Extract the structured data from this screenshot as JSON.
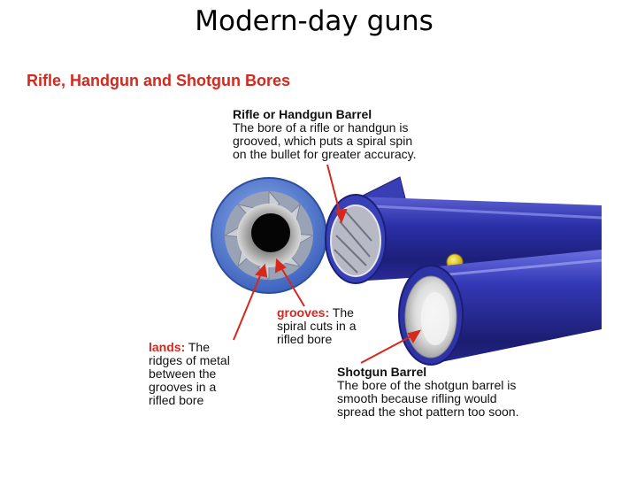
{
  "slide_title": "Modern-day guns",
  "figure_title": "Rifle, Handgun and Shotgun Bores",
  "rifle": {
    "heading": "Rifle or Handgun Barrel",
    "lines": [
      "The bore of a rifle or handgun is",
      "grooved, which puts a spiral spin",
      "on the bullet for greater accuracy."
    ]
  },
  "shotgun": {
    "heading": "Shotgun Barrel",
    "lines": [
      "The bore of the shotgun barrel is",
      "smooth because rifling would",
      "spread the shot pattern too soon."
    ]
  },
  "grooves": {
    "term": "grooves:",
    "first": " The",
    "lines": [
      "spiral cuts in a",
      "rifled bore"
    ]
  },
  "lands": {
    "term": "lands:",
    "first": " The",
    "lines": [
      "ridges of metal",
      "between the",
      "grooves in a",
      "rifled bore"
    ]
  },
  "colors": {
    "accent_red": "#d6281d",
    "barrel_blue": "#2a2c9a",
    "bore_face_blue": "#4a74c8"
  }
}
